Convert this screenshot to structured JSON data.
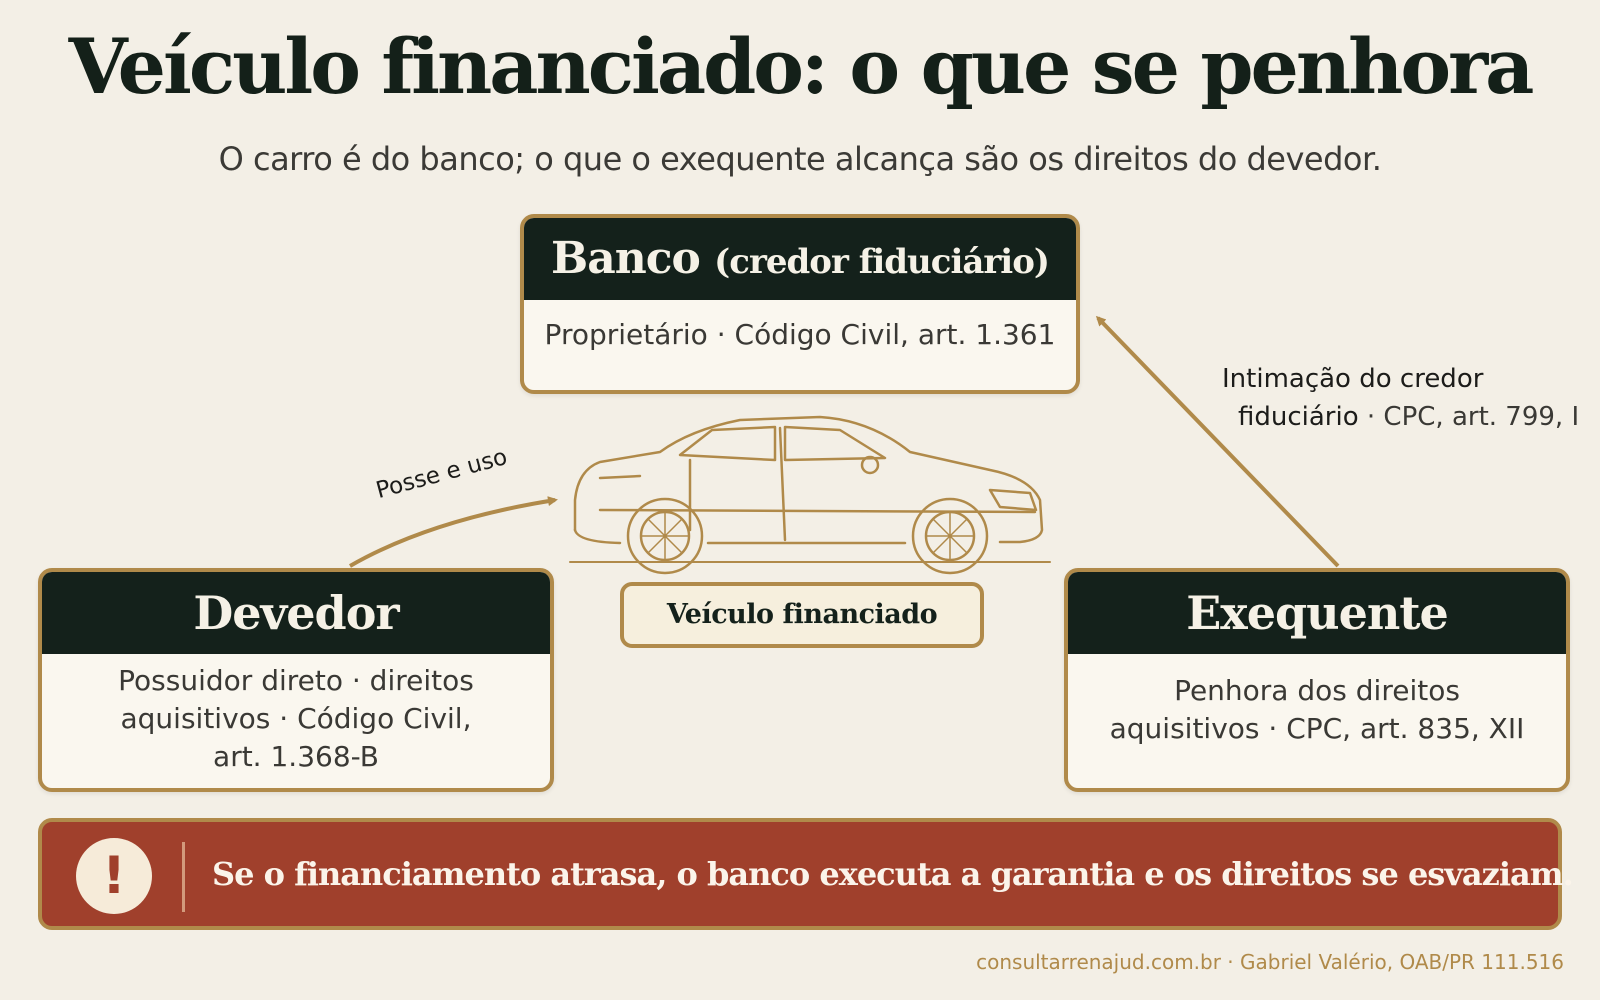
{
  "title": "Veículo financiado: o que se penhora",
  "subtitle": "O carro é do banco; o que o exequente alcança são os direitos do devedor.",
  "banco": {
    "title": "Banco",
    "title_suffix": "(credor fiduciário)",
    "body": "Proprietário · Código Civil, art. 1.361"
  },
  "devedor": {
    "title": "Devedor",
    "body_line1": "Possuidor direto · direitos",
    "body_line2": "aquisitivos · Código Civil,",
    "body_line3": "art. 1.368-B"
  },
  "exequente": {
    "title": "Exequente",
    "body_line1": "Penhora dos direitos",
    "body_line2": "aquisitivos · CPC, art. 835, XII"
  },
  "vehicle": {
    "label": "Veículo financiado",
    "icon": "car-icon"
  },
  "arrows": {
    "posse": "Posse e uso",
    "intimacao_line1": "Intimação do credor",
    "intimacao_line2_a": "fiduciário",
    "intimacao_line2_b": " · CPC, art. 799, I"
  },
  "alert": {
    "icon": "exclamation-icon",
    "text": "Se o financiamento atrasa, o banco executa a garantia e os direitos se esvaziam."
  },
  "footer": "consultarrenajud.com.br · Gabriel Valério, OAB/PR 111.516",
  "colors": {
    "background": "#f3efe6",
    "dark": "#14211b",
    "gold": "#b08a4a",
    "alert": "#a0402c"
  }
}
